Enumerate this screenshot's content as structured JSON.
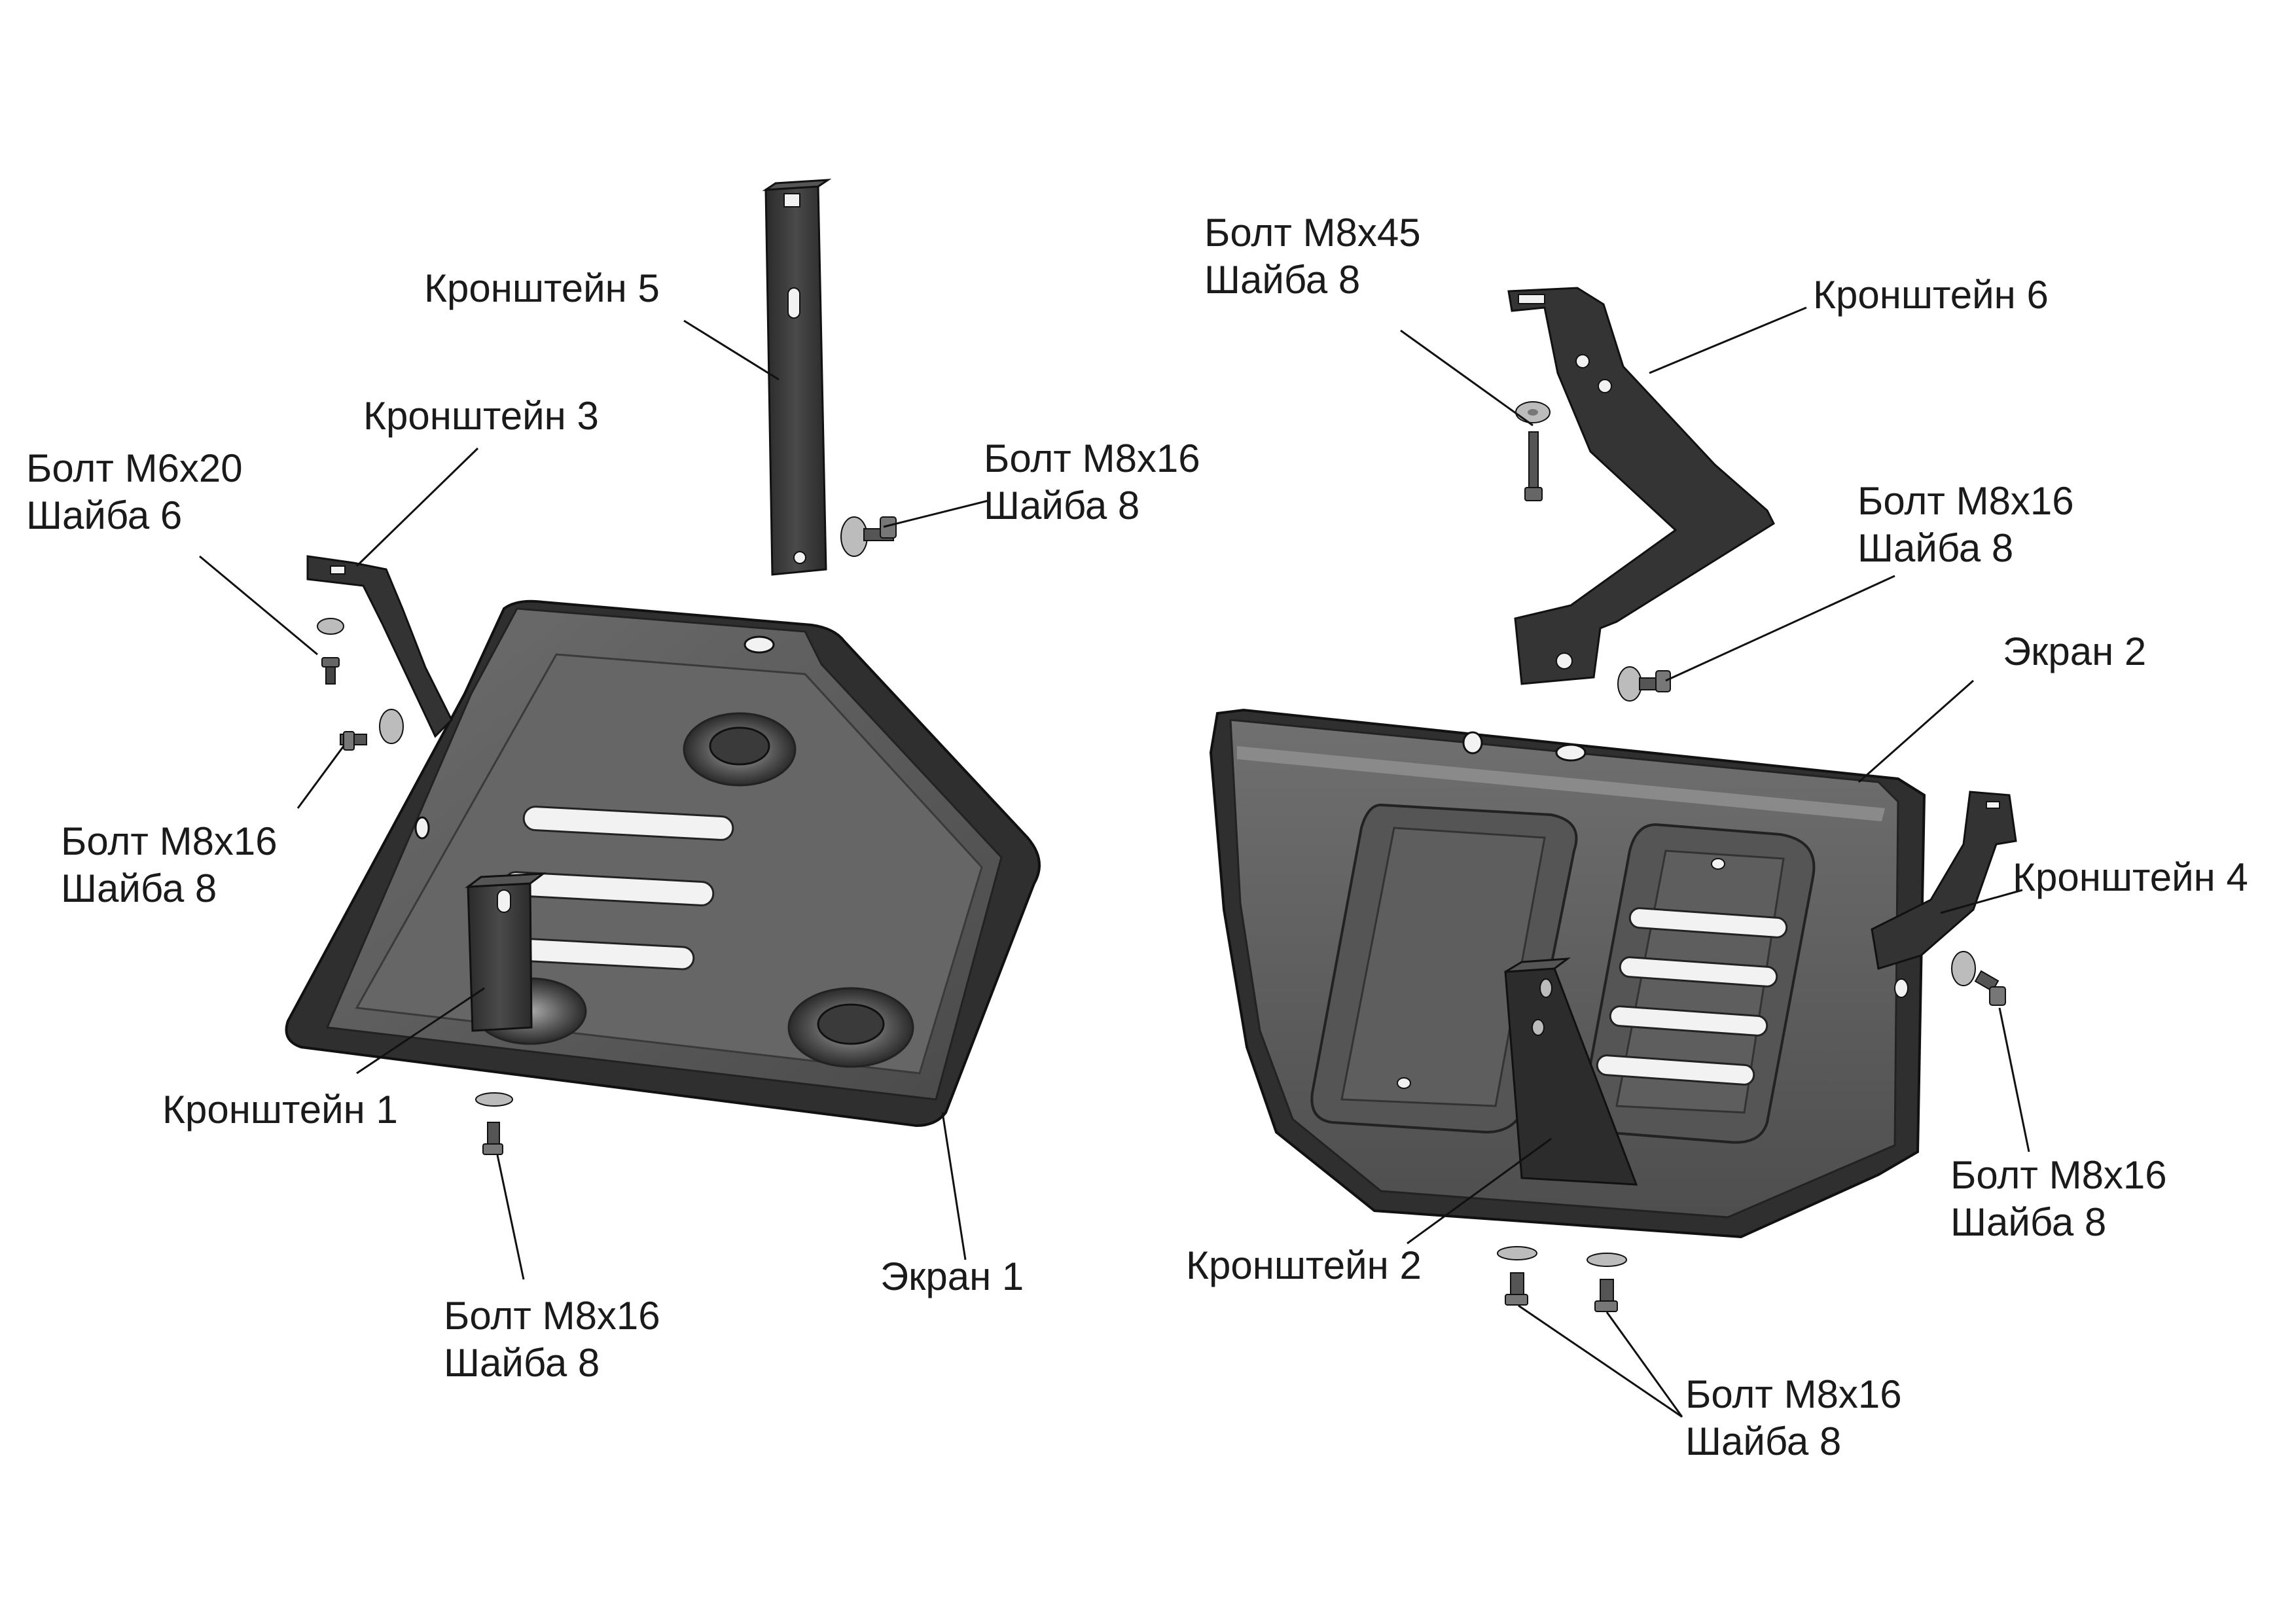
{
  "labels": {
    "bracket5": "Кронштейн 5",
    "bracket3": "Кронштейн 3",
    "bolt_m6x20": "Болт М6х20",
    "washer6": "Шайба 6",
    "bolt_top_left": "Болт М8х16",
    "washer_top_left": "Шайба 8",
    "bolt_left": "Болт М8х16",
    "washer_left": "Шайба 8",
    "bracket1": "Кронштейн 1",
    "bolt_bottom_left": "Болт М8х16",
    "washer_bottom_left": "Шайба 8",
    "screen1": "Экран 1",
    "bolt_m8x45": "Болт М8х45",
    "washer_m8x45": "Шайба 8",
    "bracket6": "Кронштейн 6",
    "bolt_top_right": "Болт М8х16",
    "washer_top_right": "Шайба 8",
    "screen2": "Экран 2",
    "bracket4": "Кронштейн 4",
    "bolt_right": "Болт М8х16",
    "washer_right": "Шайба 8",
    "bracket2": "Кронштейн 2",
    "bolt_bottom_right": "Болт М8х16",
    "washer_bottom_right": "Шайба 8"
  },
  "colors": {
    "plate": "#5d5d5d",
    "plate_dark": "#2e2e2e",
    "plate_light": "#8a8a8a",
    "bracket": "#3a3a3a",
    "line": "#111111"
  }
}
